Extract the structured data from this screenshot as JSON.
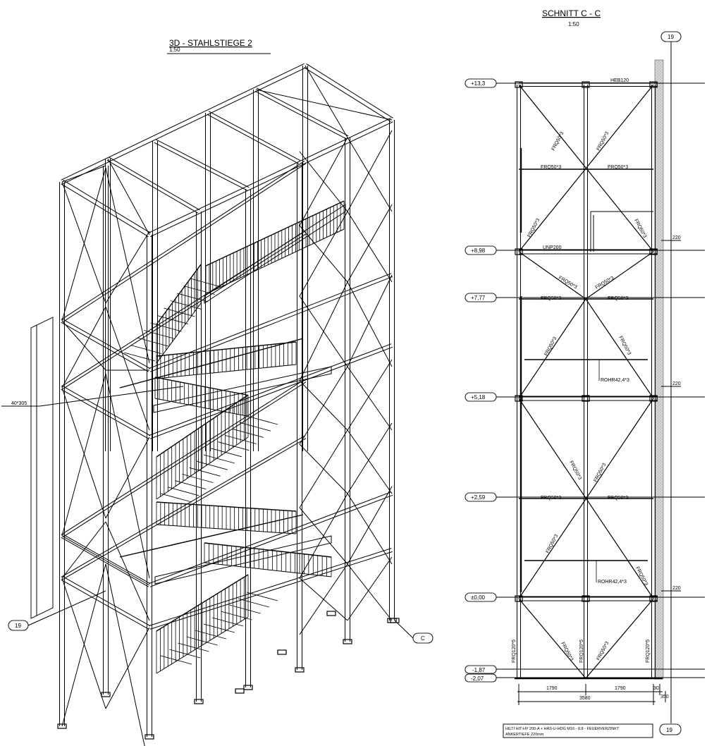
{
  "left_view": {
    "title": "3D - STAHLSTIEGE 2",
    "scale": "1:50",
    "callout_label": "40*305",
    "grid_marker": "19",
    "section_marker": "C"
  },
  "right_view": {
    "title": "SCHNITT C - C",
    "scale": "1:50",
    "grid_marker_top": "19",
    "grid_marker_bottom": "19",
    "elevations": [
      "+13,3",
      "+8,98",
      "+7,77",
      "+5,18",
      "+2,59",
      "±0,00",
      "-1,87",
      "-2,07"
    ],
    "member_labels": {
      "top_beam": "HEB120",
      "brace": "FRQ50*3",
      "unp": "UNP200",
      "rohr": "ROHR42,4*3",
      "column": "FRQ120*5"
    },
    "dims": {
      "anchor_offset": "220",
      "bay_left": "1790",
      "bay_right": "1790",
      "overall": "3580",
      "edge": "30",
      "depth": "350"
    },
    "note_line1": "HILTI HIT-HY 200-A + HAS-U-HDG M16 - 8.8 - FEUERVERZINKT",
    "note_line2": "ANKERTIEFE 220mm"
  },
  "colors": {
    "line": "#000000",
    "wall_hatch": "#bdbdbd"
  }
}
